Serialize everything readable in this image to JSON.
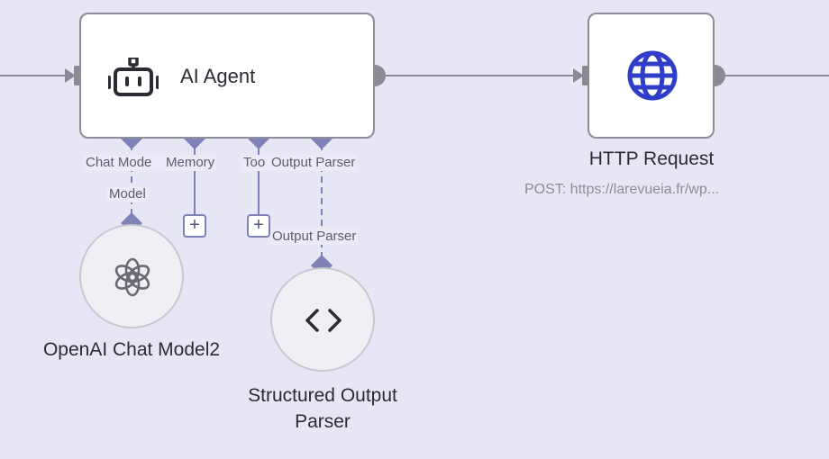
{
  "colors": {
    "canvas_bg": "#e7e6f5",
    "node_border": "#8e8e99",
    "wire": "#8a8a94",
    "connector": "#7e82b8",
    "globe": "#2f3ec9"
  },
  "nodes": {
    "agent": {
      "title": "AI Agent",
      "icon": "robot-icon"
    },
    "http": {
      "title": "HTTP Request",
      "subtitle": "POST: https://larevueia.fr/wp...",
      "icon": "globe-icon"
    },
    "openai": {
      "title": "OpenAI Chat Model2",
      "icon": "openai-logo-icon"
    },
    "parser": {
      "title_line1": "Structured Output",
      "title_line2": "Parser",
      "icon": "code-brackets-icon"
    }
  },
  "slots": {
    "chat_model": "Chat Mode",
    "memory": "Memory",
    "tool": "Too",
    "output_parser": "Output Parser"
  },
  "connection_labels": {
    "model": "Model",
    "output_parser": "Output Parser"
  },
  "add_buttons": {
    "memory": "+",
    "tool": "+"
  }
}
